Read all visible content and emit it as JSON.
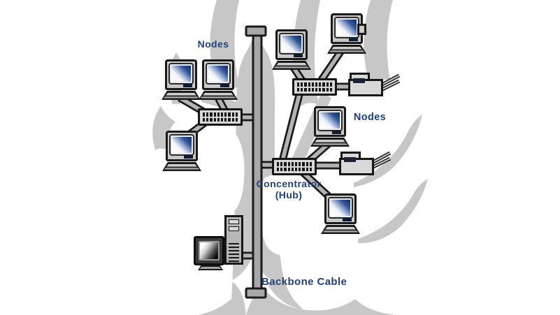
{
  "page": {
    "kind": "illustration",
    "subject": "Tree network topology diagram",
    "background": "#ffffff"
  },
  "labels": {
    "nodes_left": "Nodes",
    "nodes_right": "Nodes",
    "concentrator_line1": "Concentrator",
    "concentrator_line2": "(Hub)",
    "backbone": "Backbone Cable"
  },
  "colors": {
    "label_text": "#1f417c",
    "tree_silhouette": "#c7c7c7",
    "cable_fill": "#b3b3b3",
    "cable_outline": "#1b1b1b",
    "device_body": "#c9c9c9",
    "hub_body": "#d8d8d8",
    "port_dark": "#161616",
    "screen_gradient_dark": "#0e2a62",
    "screen_gradient_light": "#ffffff"
  },
  "topology": {
    "type": "tree",
    "backbone_label": "Backbone Cable",
    "hubs": [
      {
        "name": "left-hub",
        "attached_computers": 3,
        "uplink": "backbone"
      },
      {
        "name": "top-right-hub",
        "attached_computers": 2,
        "attached_printers": 1,
        "uplink": "concentrator-hub"
      },
      {
        "name": "concentrator-hub",
        "label": "Concentrator (Hub)",
        "attached_computers": 2,
        "attached_printers": 1,
        "uplink": "backbone"
      }
    ],
    "workstations_on_backbone": 1,
    "total_computers": 8,
    "total_printers": 2
  }
}
